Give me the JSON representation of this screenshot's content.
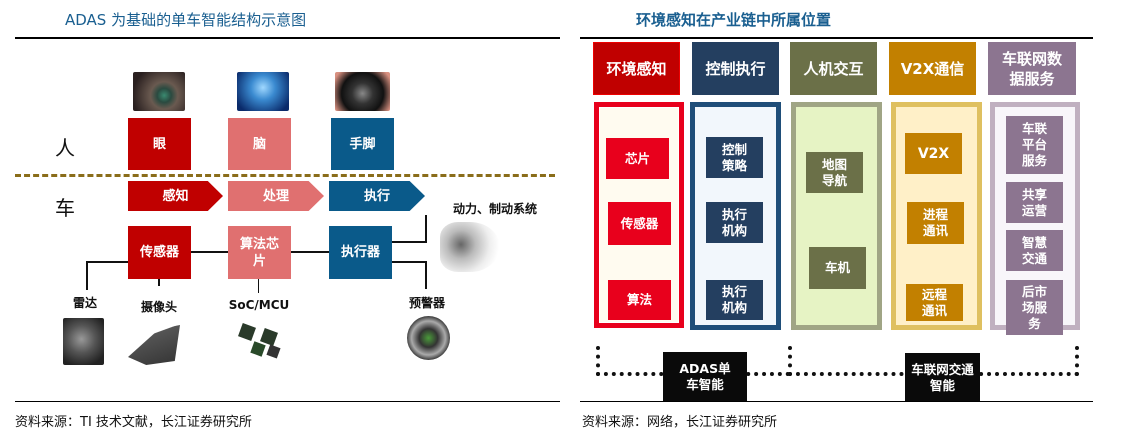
{
  "left": {
    "title": "ADAS 为基础的单车智能结构示意图",
    "row_labels": {
      "human": "人",
      "car": "车"
    },
    "human_boxes": [
      "眼",
      "脑",
      "手脚"
    ],
    "car_arrows": [
      "感知",
      "处理",
      "执行"
    ],
    "components": [
      "传感器",
      "算法芯片",
      "执行器"
    ],
    "sub_labels": {
      "radar": "雷达",
      "camera": "摄像头",
      "soc": "SoC/MCU",
      "warning": "预警器",
      "powertrain": "动力、制动系统"
    },
    "source": "资料来源：TI 技术文献，长江证券研究所",
    "colors": {
      "red": "#c00000",
      "pink": "#e07070",
      "blue": "#0a5a8a",
      "dash": "#8a6d1a"
    }
  },
  "right": {
    "title": "环境感知在产业链中所属位置",
    "columns": [
      {
        "header": "环境感知",
        "items": [
          "芯片",
          "传感器",
          "算法"
        ],
        "color": "#c00000"
      },
      {
        "header": "控制执行",
        "items": [
          "控制策略",
          "执行机构",
          "执行机构"
        ],
        "color": "#243f60"
      },
      {
        "header": "人机交互",
        "items": [
          "地图导航",
          "车机"
        ],
        "color": "#6b7048"
      },
      {
        "header": "V2X通信",
        "items": [
          "V2X",
          "进程通讯",
          "远程通讯"
        ],
        "color": "#c28000"
      },
      {
        "header": "车联网数据服务",
        "items": [
          "车联平台服务",
          "共享运营",
          "智慧交通",
          "后市场服务"
        ],
        "color": "#8c7590"
      }
    ],
    "groups": [
      "ADAS单车智能",
      "车联网交通智能"
    ],
    "source": "资料来源：网络，长江证券研究所"
  }
}
